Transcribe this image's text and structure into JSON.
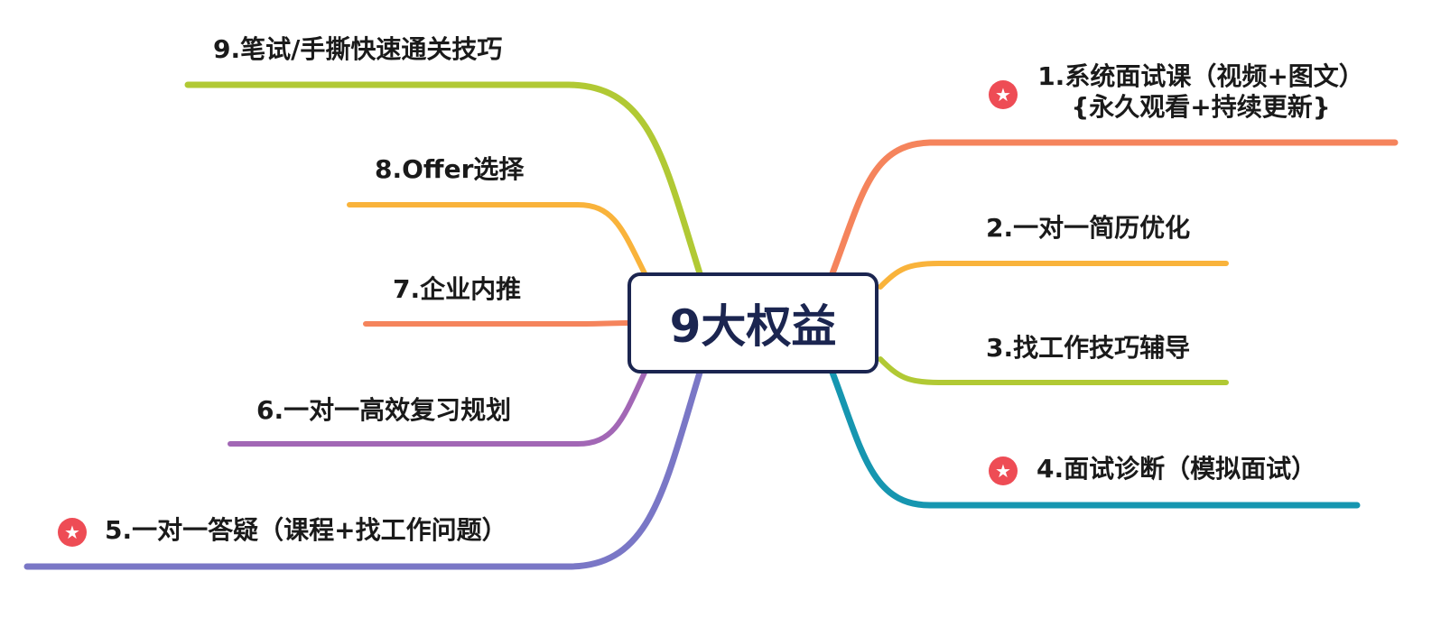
{
  "center": {
    "title": "9大权益"
  },
  "colors": {
    "center_border": "#1b2550",
    "center_text": "#1b2550",
    "star": "#ee4c55",
    "orange": "#f5845c",
    "yellow": "#f9b33b",
    "green": "#b1c934",
    "teal": "#1696b0",
    "purple": "#a267b5",
    "indigo": "#7a77c6"
  },
  "branches": {
    "b1": {
      "line1": "1.系统面试课（视频+图文）",
      "line2": "{永久观看+持续更新}",
      "color": "#f5845c",
      "starred": true
    },
    "b2": {
      "label": "2.一对一简历优化",
      "color": "#f9b33b",
      "starred": false
    },
    "b3": {
      "label": "3.找工作技巧辅导",
      "color": "#b1c934",
      "starred": false
    },
    "b4": {
      "label": "4.面试诊断（模拟面试）",
      "color": "#1696b0",
      "starred": true
    },
    "b5": {
      "label": "5.一对一答疑（课程+找工作问题）",
      "color": "#7a77c6",
      "starred": true
    },
    "b6": {
      "label": "6.一对一高效复习规划",
      "color": "#a267b5",
      "starred": false
    },
    "b7": {
      "label": "7.企业内推",
      "color": "#f5845c",
      "starred": false
    },
    "b8": {
      "label": "8.Offer选择",
      "color": "#f9b33b",
      "starred": false
    },
    "b9": {
      "label": "9.笔试/手撕快速通关技巧",
      "color": "#b1c934",
      "starred": false
    }
  },
  "star_icon": "star-icon"
}
